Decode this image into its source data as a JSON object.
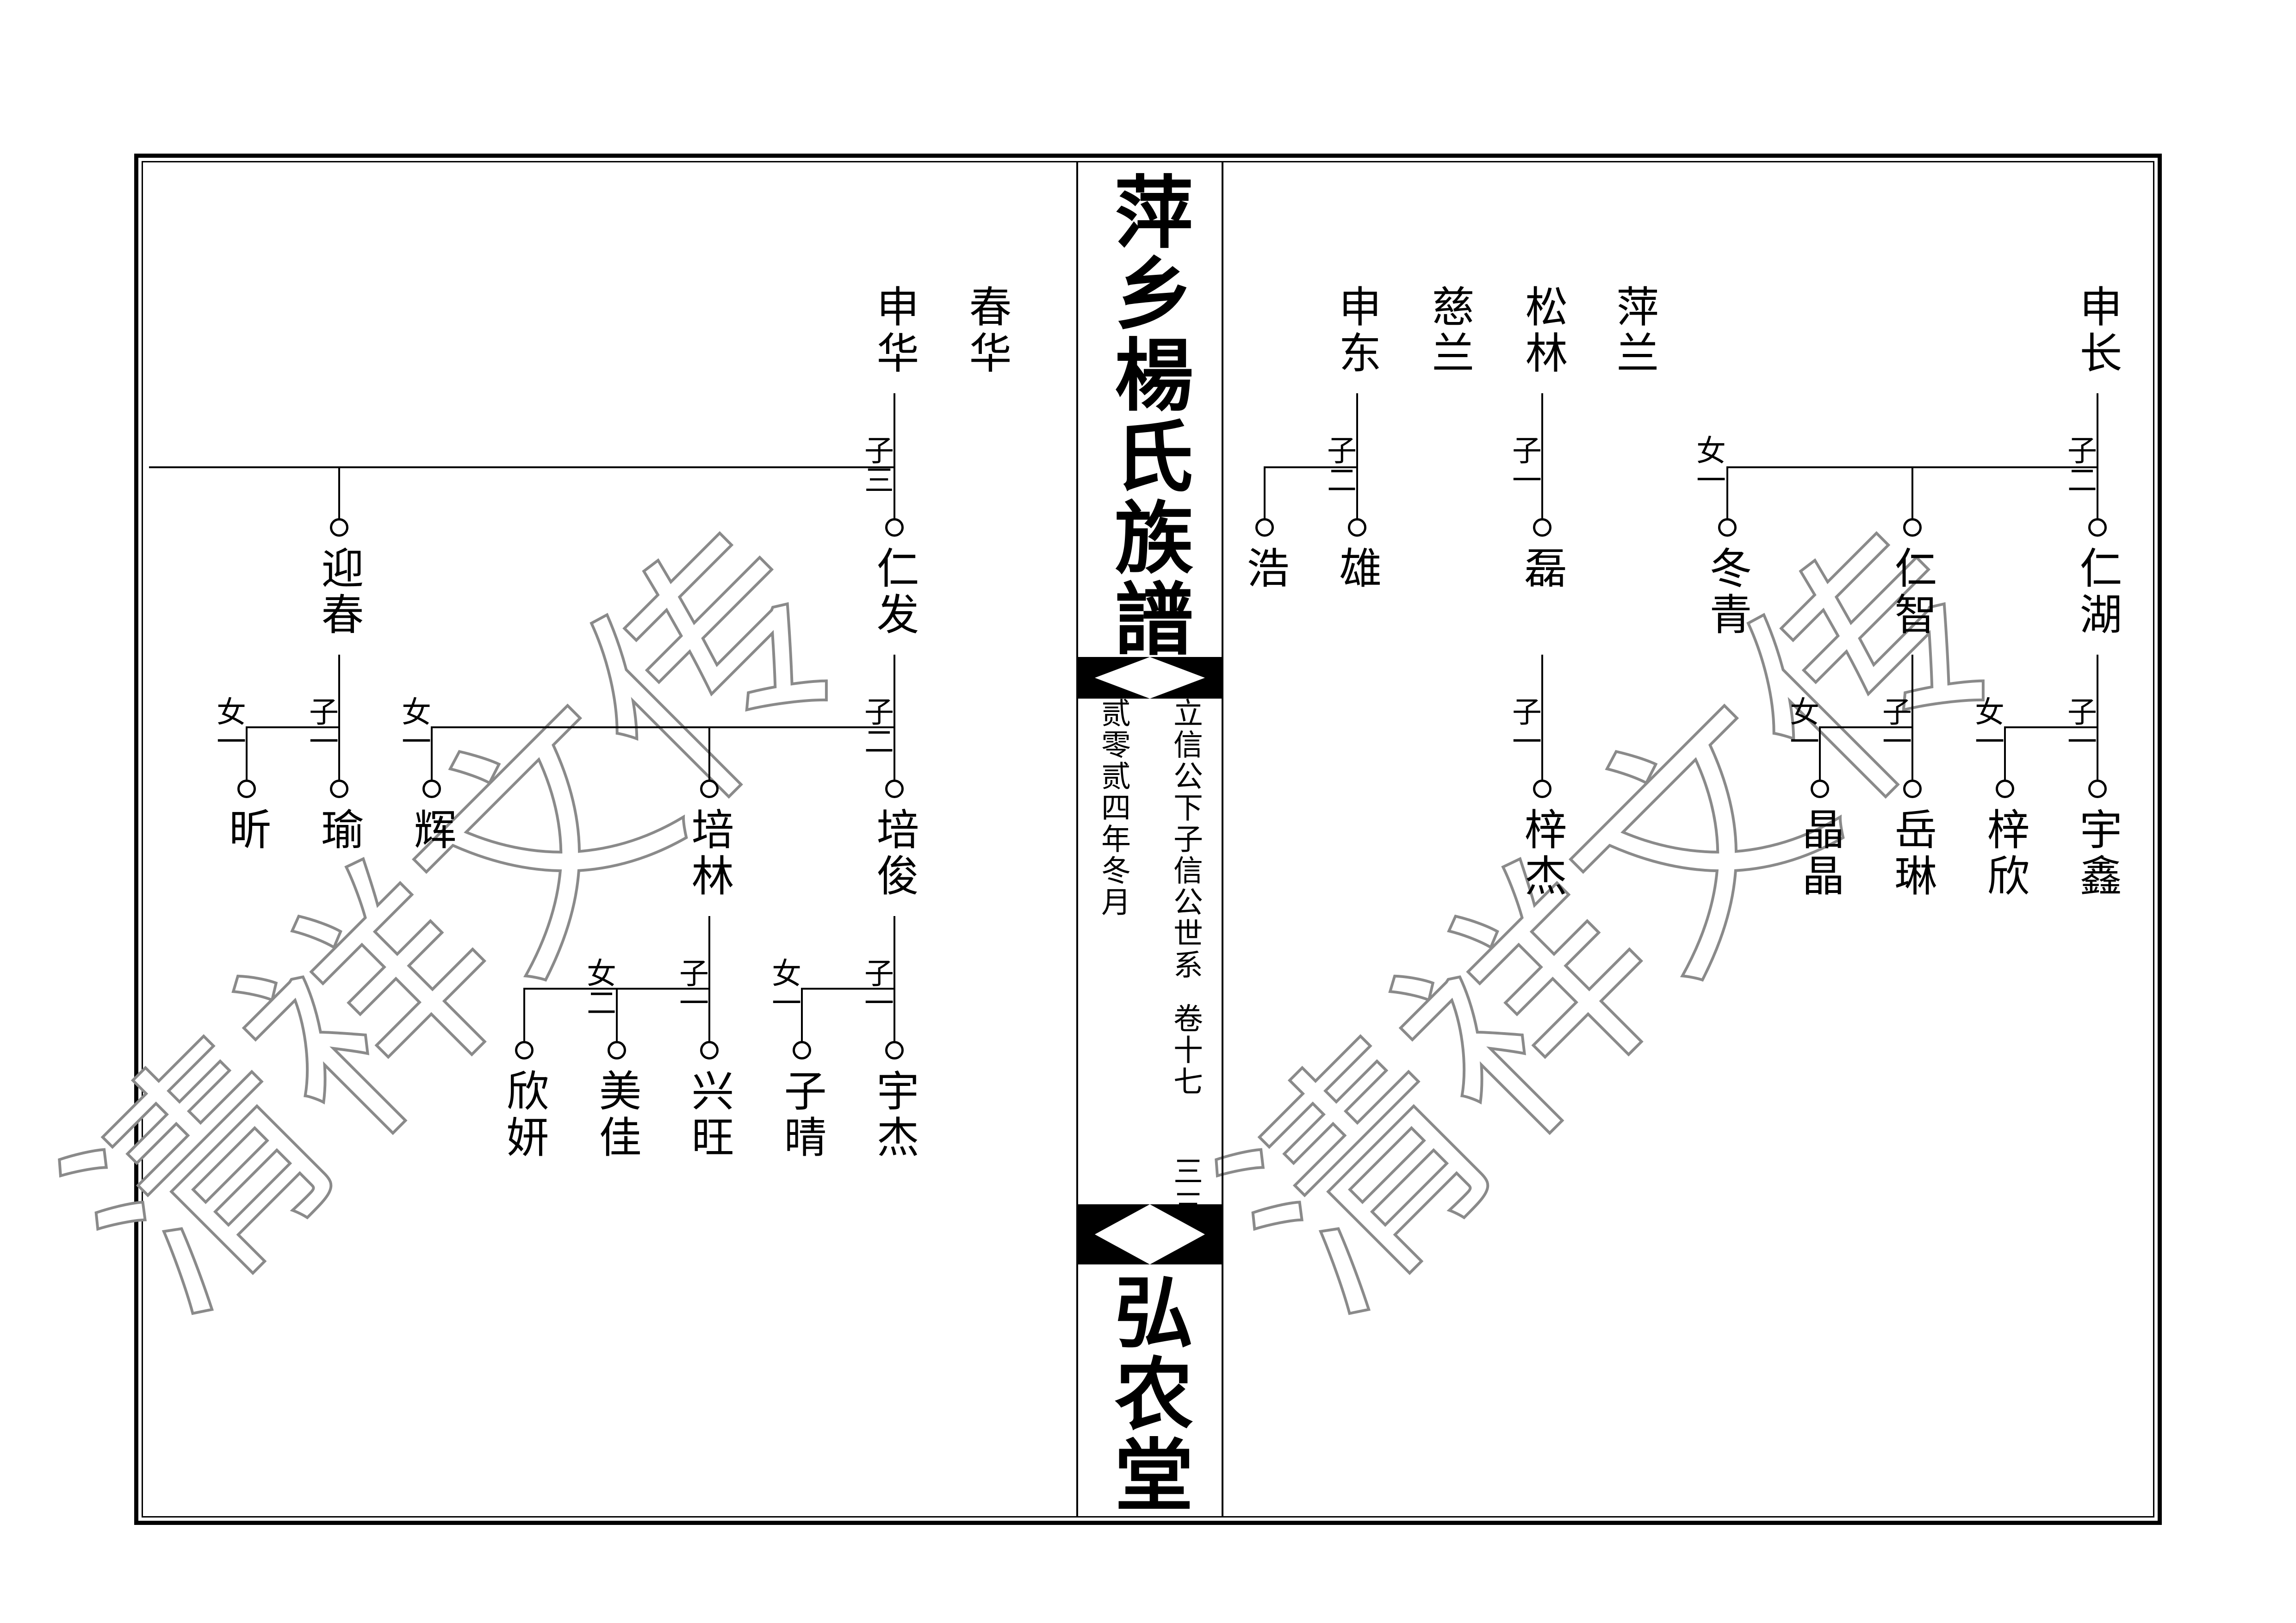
{
  "book": {
    "title": "萍乡楊氏族譜",
    "hall": "弘农堂",
    "lineage": "立信公下子信公世系",
    "volume": "卷十七",
    "page": "三三",
    "date": "贰零贰四年冬月"
  },
  "watermark": {
    "text": "清祥文传",
    "color": "#aaaaaa"
  },
  "right_page": {
    "gen1": [
      {
        "id": "shenchang",
        "name": "申长"
      },
      {
        "id": "pinglan",
        "name": "萍兰"
      },
      {
        "id": "songlin",
        "name": "松林"
      },
      {
        "id": "cilan",
        "name": "慈兰"
      },
      {
        "id": "shendong",
        "name": "申东"
      }
    ],
    "gen2": [
      {
        "id": "renhu",
        "name": "仁湖"
      },
      {
        "id": "renzhi",
        "name": "仁智"
      },
      {
        "id": "dongqing",
        "name": "冬青"
      },
      {
        "id": "lei",
        "name": "磊"
      },
      {
        "id": "xiong",
        "name": "雄"
      },
      {
        "id": "hao",
        "name": "浩"
      }
    ],
    "gen3": [
      {
        "id": "yuxin",
        "name": "宇鑫"
      },
      {
        "id": "zixin",
        "name": "梓欣"
      },
      {
        "id": "yuelin",
        "name": "岳琳"
      },
      {
        "id": "jingjing",
        "name": "晶晶"
      },
      {
        "id": "zijie",
        "name": "梓杰"
      }
    ],
    "rels": [
      {
        "id": "shenchang_sons",
        "text": "子二"
      },
      {
        "id": "shenchang_daus",
        "text": "女一"
      },
      {
        "id": "songlin_sons",
        "text": "子一"
      },
      {
        "id": "shendong_sons",
        "text": "子二"
      },
      {
        "id": "renhu_sons",
        "text": "子一"
      },
      {
        "id": "renhu_daus",
        "text": "女一"
      },
      {
        "id": "renzhi_sons",
        "text": "子一"
      },
      {
        "id": "renzhi_daus",
        "text": "女一"
      },
      {
        "id": "lei_sons",
        "text": "子一"
      }
    ]
  },
  "left_page": {
    "gen1": [
      {
        "id": "chunhua",
        "name": "春华"
      },
      {
        "id": "shenhua",
        "name": "申华"
      }
    ],
    "gen2": [
      {
        "id": "renfa",
        "name": "仁发"
      },
      {
        "id": "yingchun",
        "name": "迎春"
      }
    ],
    "gen3": [
      {
        "id": "peijun",
        "name": "培俊"
      },
      {
        "id": "peilin",
        "name": "培林"
      },
      {
        "id": "hui",
        "name": "辉"
      },
      {
        "id": "yu",
        "name": "瑜"
      },
      {
        "id": "xin",
        "name": "昕"
      }
    ],
    "gen4": [
      {
        "id": "yujie",
        "name": "宇杰"
      },
      {
        "id": "ziqing",
        "name": "子晴"
      },
      {
        "id": "xingwang",
        "name": "兴旺"
      },
      {
        "id": "meijia",
        "name": "美佳"
      },
      {
        "id": "xinyan",
        "name": "欣妍"
      }
    ],
    "rels": [
      {
        "id": "shenhua_sons",
        "text": "子三"
      },
      {
        "id": "renfa_sons",
        "text": "子二"
      },
      {
        "id": "renfa_daus",
        "text": "女一"
      },
      {
        "id": "yingchun_sons",
        "text": "子一"
      },
      {
        "id": "yingchun_daus",
        "text": "女一"
      },
      {
        "id": "peijun_sons",
        "text": "子一"
      },
      {
        "id": "peijun_daus",
        "text": "女一"
      },
      {
        "id": "peilin_sons",
        "text": "子一"
      },
      {
        "id": "peilin_daus",
        "text": "女二"
      }
    ]
  }
}
